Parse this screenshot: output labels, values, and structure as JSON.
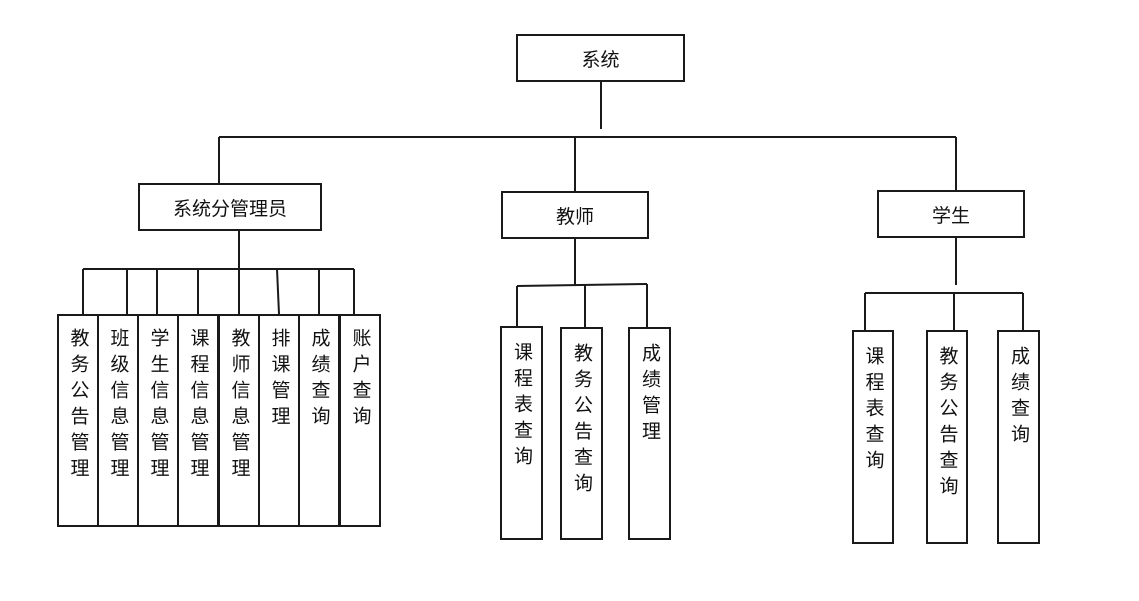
{
  "root": {
    "label": "系统"
  },
  "branches": {
    "admin": {
      "label": "系统分管理员",
      "children": [
        "教务公告管理",
        "班级信息管理",
        "学生信息管理",
        "课程信息管理",
        "教师信息管理",
        "排课管理",
        "成绩查询",
        "账户查询"
      ]
    },
    "teacher": {
      "label": "教师",
      "children": [
        "课程表查询",
        "教务公告查询",
        "成绩管理"
      ]
    },
    "student": {
      "label": "学生",
      "children": [
        "课程表查询",
        "教务公告查询",
        "成绩查询"
      ]
    }
  },
  "style": {
    "line_color": "#1a1a1a",
    "box_border": "#1a1a1a",
    "background": "#ffffff"
  }
}
